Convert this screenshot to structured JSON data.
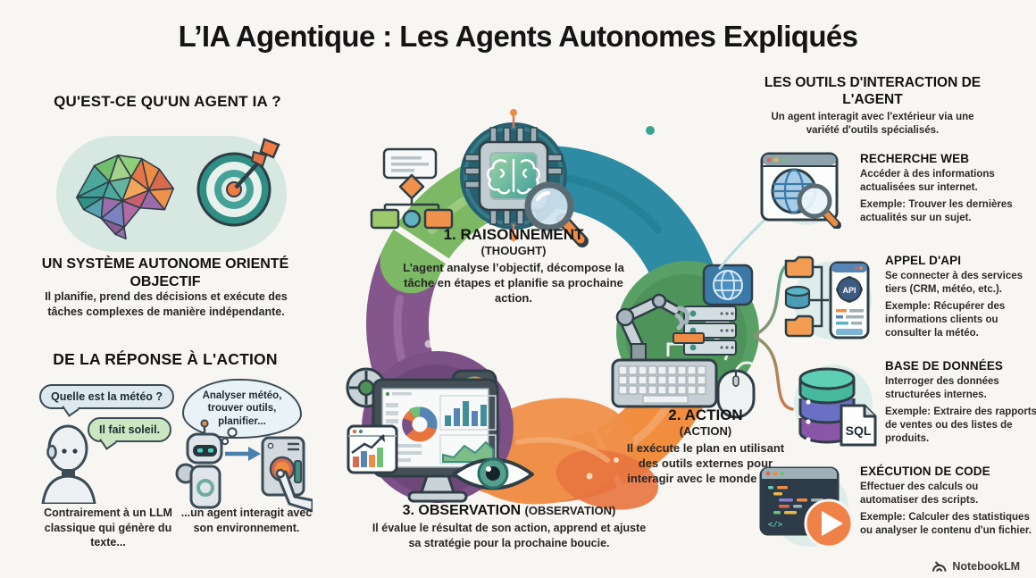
{
  "page": {
    "title": "L’IA Agentique : Les Agents Autonomes Expliqués"
  },
  "palette": {
    "background": "#f8f6f2",
    "teal": "#2e8ba4",
    "green": "#7db964",
    "orange": "#f08d3f",
    "purple": "#84568c",
    "panel_teal": "#d6e8e1",
    "ink": "#2f3e46"
  },
  "left": {
    "what_heading": "QU'EST-CE QU'UN AGENT IA ?",
    "system_title": "UN SYSTÈME AUTONOME ORIENTÉ OBJECTIF",
    "system_desc": "Il planifie, prend des décisions et exécute des tâches complexes de manière indépendante.",
    "response_heading": "DE LA RÉPONSE À L'ACTION",
    "bubble_question": "Quelle est la météo ?",
    "bubble_answer": "Il fait soleil.",
    "thought": "Analyser météo, trouver outils, planifier...",
    "caption_llm": "Contrairement à un LLM classique qui génère du texte...",
    "caption_agent": "...un agent interagit avec son environnement."
  },
  "cycle": {
    "steps": [
      {
        "number_title": "1. RAISONNEMENT",
        "subtitle": "(THOUGHT)",
        "desc": "L’agent analyse l’objectif, décompose la tâche en étapes et planifie sa prochaine action."
      },
      {
        "number_title": "2. ACTION",
        "subtitle": "(ACTION)",
        "desc": "Il exécute le plan en utilisant des outils externes pour interagir avec le monde réel."
      },
      {
        "number_title": "3. OBSERVATION",
        "subtitle": "(OBSERVATION)",
        "desc": "Il évalue le résultat de son action, apprend et ajuste sa stratégie pour la prochaine boucie."
      }
    ]
  },
  "tools": {
    "heading": "LES OUTILS D'INTERACTION DE L'AGENT",
    "sub": "Un agent interagit avec l'extérieur via une variété d'outils spécialisés.",
    "items": [
      {
        "title": "RECHERCHE WEB",
        "icon": "web-search-icon",
        "desc": "Accéder à des informations actualisées sur internet.",
        "example_label": "Exemple:",
        "example": "Trouver les dernières actualités sur un sujet."
      },
      {
        "title": "APPEL D'API",
        "icon": "api-call-icon",
        "desc": "Se connecter à des services tiers (CRM, météo, etc.).",
        "example_label": "Exemple:",
        "example": "Récupérer des informations clients ou consulter la météo."
      },
      {
        "title": "BASE DE DONNÉES",
        "icon": "database-icon",
        "desc": "Interroger des données structurées internes.",
        "example_label": "Exemple:",
        "example": "Extraire des rapports de ventes ou des listes de produits."
      },
      {
        "title": "EXÉCUTION DE CODE",
        "icon": "code-execution-icon",
        "desc": "Effectuer des calculs ou automatiser des scripts.",
        "example_label": "Exemple:",
        "example": "Calculer des statistiques ou analyser le contenu d'un fichier."
      }
    ]
  },
  "icons": {
    "api_label": "API",
    "sql_label": "SQL",
    "code_glyph": "</>"
  },
  "footer": {
    "brand": "NotebookLM"
  }
}
